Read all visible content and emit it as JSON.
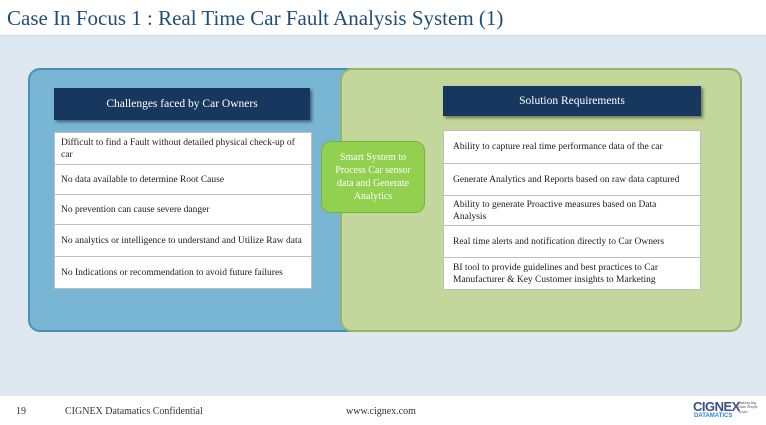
{
  "slide": {
    "title": "Case In Focus 1 : Real Time Car Fault Analysis System (1)"
  },
  "challenges": {
    "header": "Challenges faced by Car Owners",
    "items": [
      "Difficult to find a Fault without detailed physical check-up of car",
      "No data available to determine Root Cause",
      "No prevention can cause severe danger",
      "No analytics or intelligence to understand and Utilize Raw data",
      "No Indications or recommendation to avoid future failures"
    ]
  },
  "center": {
    "label": "Smart System to Process Car sensor data and Generate Analytics"
  },
  "solution": {
    "header": "Solution Requirements",
    "items": [
      "Ability to capture real time performance data of the car",
      "Generate Analytics and Reports based on raw data captured",
      "Ability to generate Proactive measures based on Data Analysis",
      "Real time alerts and notification directly to Car Owners",
      "BI tool to provide guidelines and best practices to Car Manufacturer & Key Customer insights to Marketing"
    ]
  },
  "footer": {
    "page_number": "19",
    "confidential": "CIGNEX Datamatics Confidential",
    "url": "www.cignex.com",
    "logo": {
      "main": "CIGNEX",
      "sub": "DATAMATICS",
      "tagline": "Making Big Data Simple Smart"
    }
  },
  "colors": {
    "title": "#1f4e79",
    "header_bg": "#17375e",
    "left_panel": "#79b6d4",
    "right_panel": "#c3d69b",
    "center_box": "#92d050"
  }
}
